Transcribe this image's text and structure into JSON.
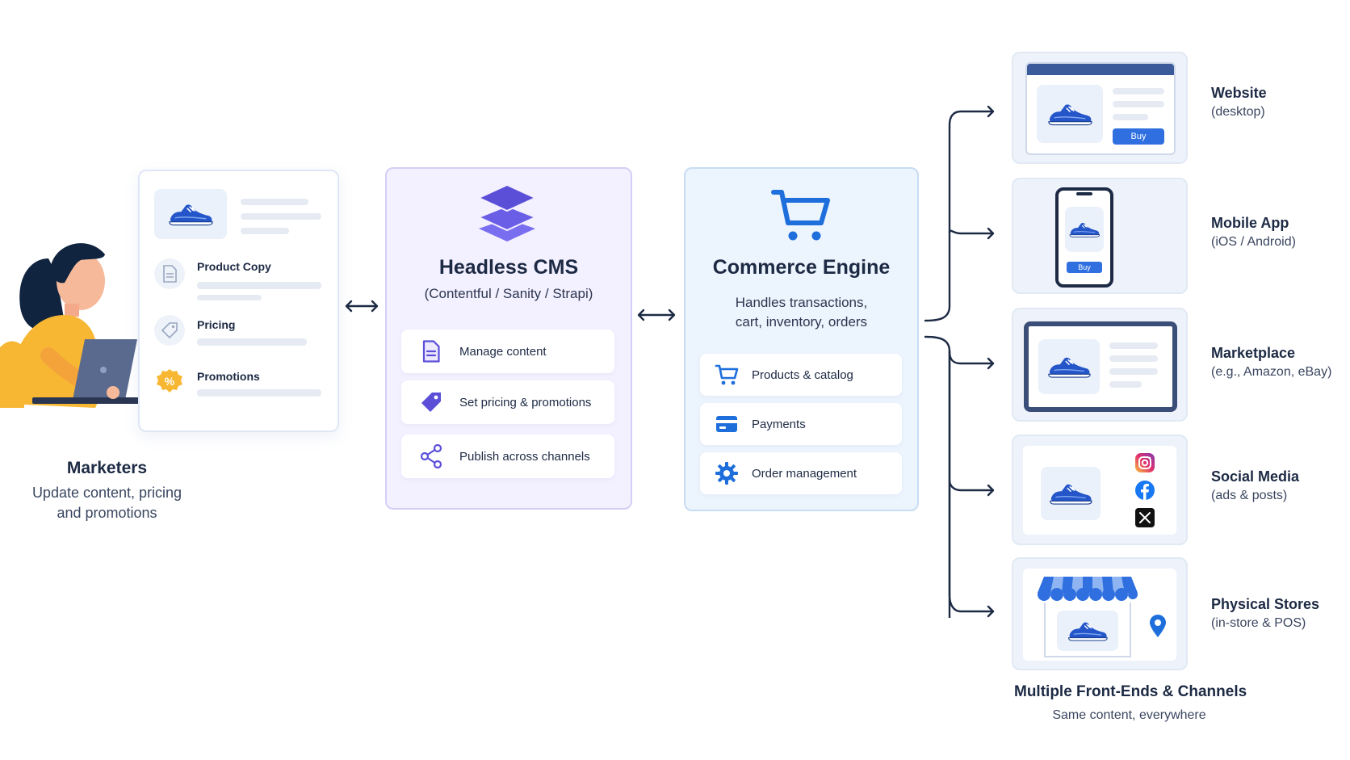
{
  "marketer": {
    "card": {
      "items": [
        {
          "label": "Product Copy",
          "icon": "document-icon"
        },
        {
          "label": "Pricing",
          "icon": "price-tag-icon"
        },
        {
          "label": "Promotions",
          "icon": "percent-badge-icon"
        }
      ]
    },
    "title": "Marketers",
    "subtitle_line1": "Update content, pricing",
    "subtitle_line2": "and promotions"
  },
  "cms": {
    "title": "Headless CMS",
    "subtitle": "(Contentful / Sanity / Strapi)",
    "rows": [
      {
        "label": "Manage content",
        "icon": "document-icon"
      },
      {
        "label": "Set pricing & promotions",
        "icon": "price-tag-icon"
      },
      {
        "label": "Publish across channels",
        "icon": "share-icon"
      }
    ],
    "accent": "#5b4fd8"
  },
  "commerce": {
    "title": "Commerce Engine",
    "subtitle_line1": "Handles transactions,",
    "subtitle_line2": "cart, inventory, orders",
    "rows": [
      {
        "label": "Products & catalog",
        "icon": "cart-icon"
      },
      {
        "label": "Payments",
        "icon": "credit-card-icon"
      },
      {
        "label": "Order management",
        "icon": "gear-icon"
      }
    ],
    "accent": "#1e6fdc"
  },
  "channels": {
    "items": [
      {
        "title": "Website",
        "sub": "(desktop)",
        "button": "Buy"
      },
      {
        "title": "Mobile App",
        "sub": "(iOS / Android)",
        "button": "Buy"
      },
      {
        "title": "Marketplace",
        "sub": "(e.g., Amazon, eBay)"
      },
      {
        "title": "Social Media",
        "sub": "(ads & posts)"
      },
      {
        "title": "Physical Stores",
        "sub": "(in-store & POS)"
      }
    ],
    "footer_title": "Multiple Front-Ends & Channels",
    "footer_sub": "Same content, everywhere"
  },
  "colors": {
    "dark": "#1d2a44",
    "shoe_blue": "#2456c9",
    "orange": "#f7b733"
  }
}
